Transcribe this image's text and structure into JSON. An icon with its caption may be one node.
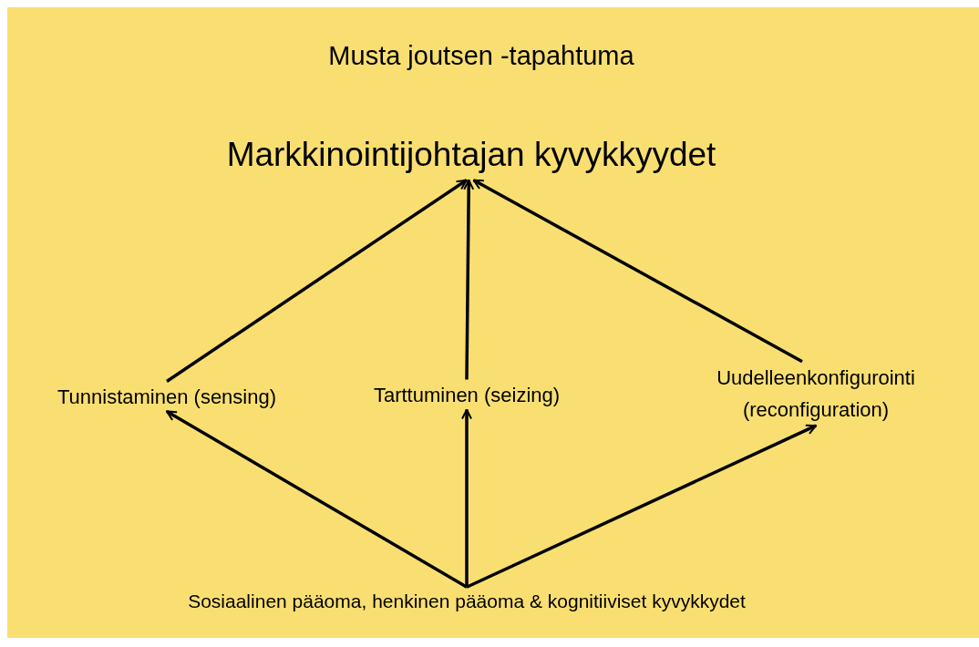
{
  "diagram": {
    "title": "Musta joutsen -tapahtuma",
    "nodes": [
      {
        "text": [
          "Markkinointijohtajan kyvykkyydet"
        ]
      },
      {
        "text": [
          "Tunnistaminen (sensing)"
        ]
      },
      {
        "text": [
          "Tarttuminen (seizing)"
        ]
      },
      {
        "text": [
          "Uudelleenkonfigurointi (reconfiguration)"
        ]
      },
      {
        "text": [
          "Sosiaalinen pääoma, henkinen pääoma & kognitiiviset kyvykkydet"
        ]
      }
    ],
    "edges": [
      {
        "from": 1,
        "to": 0,
        "arrow": "to"
      },
      {
        "from": 2,
        "to": 0,
        "arrow": "to"
      },
      {
        "from": 3,
        "to": 0,
        "arrow": "to"
      },
      {
        "from": 4,
        "to": 1,
        "arrow": "to"
      },
      {
        "from": 4,
        "to": 2,
        "arrow": "to"
      },
      {
        "from": 4,
        "to": 3,
        "arrow": "to"
      }
    ]
  }
}
